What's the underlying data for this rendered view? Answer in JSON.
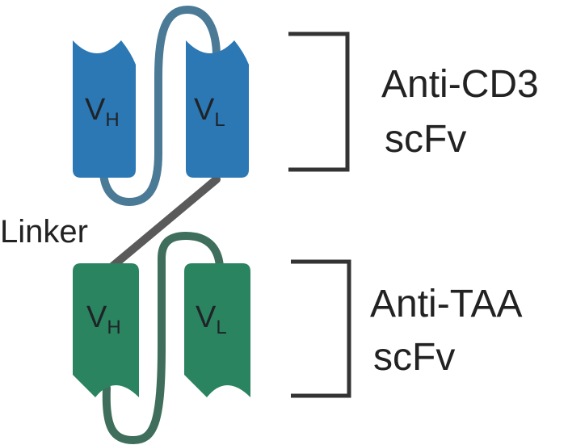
{
  "labels": {
    "anti_cd3_line1": "Anti-CD3",
    "anti_cd3_line2": "scFv",
    "anti_taa_line1": "Anti-TAA",
    "anti_taa_line2": "scFv",
    "linker": "Linker"
  },
  "domains": {
    "top_vh": {
      "main": "V",
      "sub": "H"
    },
    "top_vl": {
      "main": "V",
      "sub": "L"
    },
    "bottom_vh": {
      "main": "V",
      "sub": "H"
    },
    "bottom_vl": {
      "main": "V",
      "sub": "L"
    }
  },
  "colors": {
    "anti_cd3_domain": "#2b78b4",
    "anti_taa_domain": "#2a8460",
    "top_loop": "#4a7a96",
    "bottom_loop": "#3f6f5c",
    "linker": "#5a5a5a",
    "bracket": "#333333",
    "text": "#222222"
  }
}
